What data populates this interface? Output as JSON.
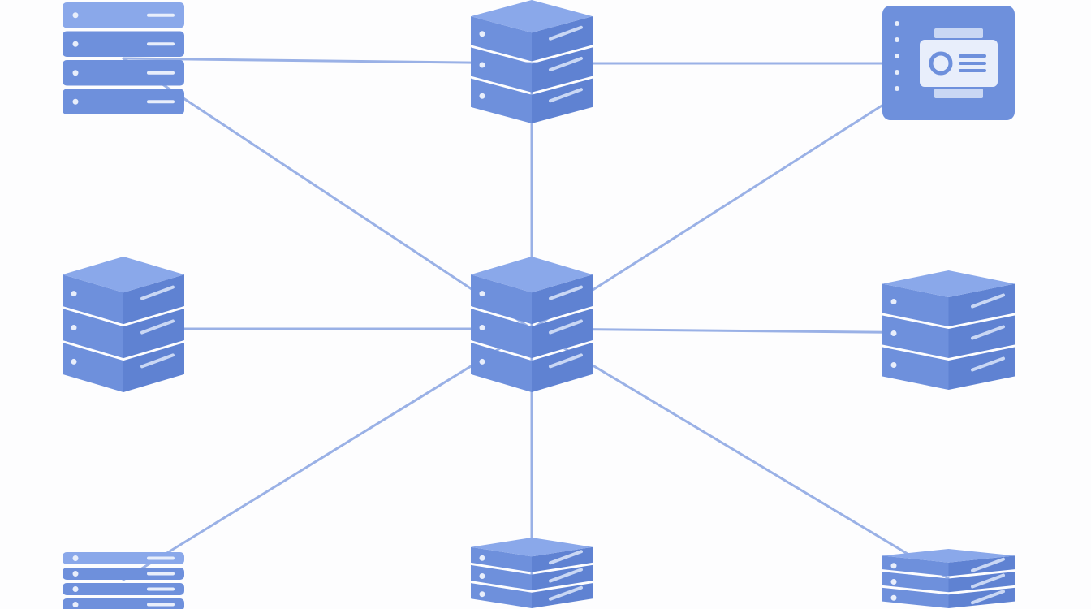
{
  "colors": {
    "background": "#fdfdfe",
    "link": "#9ab1e6",
    "node_face": "#6e90dc",
    "node_top": "#8aa8ea",
    "node_side": "#5f82d2",
    "node_detail": "#e8eefb",
    "node_divider": "#c9d7f4"
  },
  "diagram": {
    "type": "star-mesh network topology",
    "nodes": [
      {
        "id": "top-left",
        "kind": "rack-server",
        "icon": "rack-server-icon"
      },
      {
        "id": "top-center",
        "kind": "stacked-server",
        "icon": "server-stack-icon"
      },
      {
        "id": "top-right",
        "kind": "storage-device",
        "icon": "storage-device-icon"
      },
      {
        "id": "mid-left",
        "kind": "stacked-server",
        "icon": "server-stack-icon"
      },
      {
        "id": "center",
        "kind": "stacked-server",
        "icon": "server-stack-icon"
      },
      {
        "id": "mid-right",
        "kind": "slanted-server",
        "icon": "server-stack-icon"
      },
      {
        "id": "bottom-left",
        "kind": "rack-server",
        "icon": "rack-server-icon"
      },
      {
        "id": "bottom-center",
        "kind": "stacked-server",
        "icon": "server-stack-icon"
      },
      {
        "id": "bottom-right",
        "kind": "slanted-server",
        "icon": "server-stack-icon"
      }
    ],
    "links": [
      {
        "from": "top-left",
        "to": "top-center"
      },
      {
        "from": "top-center",
        "to": "top-right"
      },
      {
        "from": "top-left",
        "to": "center"
      },
      {
        "from": "top-center",
        "to": "center"
      },
      {
        "from": "top-right",
        "to": "center"
      },
      {
        "from": "mid-left",
        "to": "center"
      },
      {
        "from": "center",
        "to": "mid-right"
      },
      {
        "from": "center",
        "to": "bottom-left"
      },
      {
        "from": "center",
        "to": "bottom-center"
      },
      {
        "from": "center",
        "to": "bottom-right"
      }
    ]
  }
}
